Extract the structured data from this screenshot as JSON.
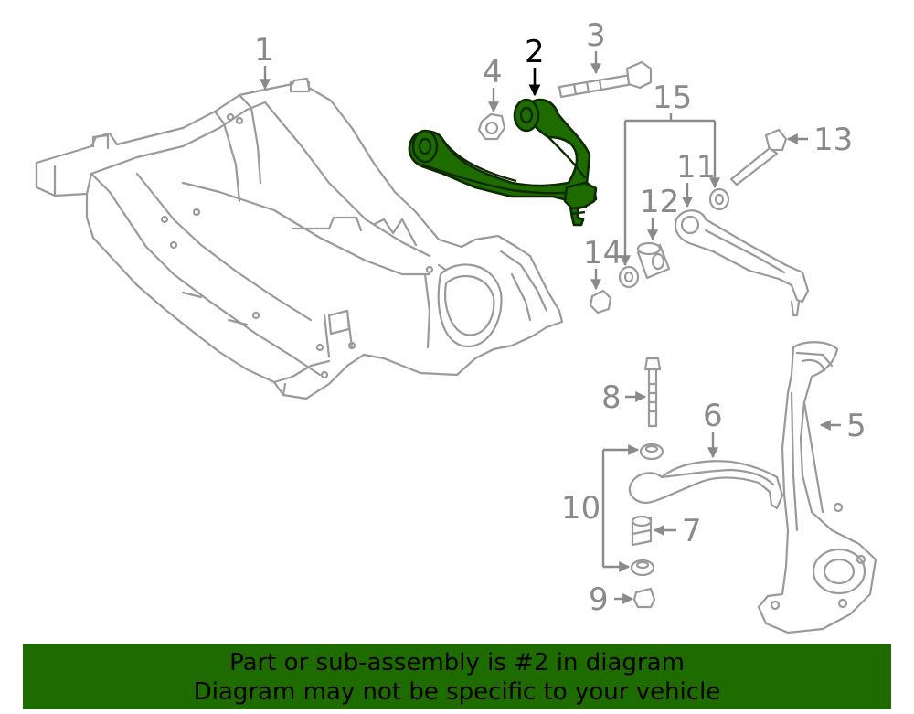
{
  "diagram": {
    "highlight_color": "#1e6b00",
    "callouts": {
      "c1": "1",
      "c2": "2",
      "c3": "3",
      "c4": "4",
      "c5": "5",
      "c6": "6",
      "c7": "7",
      "c8": "8",
      "c9": "9",
      "c10": "10",
      "c11": "11",
      "c12": "12",
      "c13": "13",
      "c14": "14",
      "c15": "15"
    },
    "highlighted_callout": "2"
  },
  "banner": {
    "line1": "Part or sub-assembly is #2 in diagram",
    "line2": "Diagram may not be specific to your vehicle",
    "background": "#1e6b00"
  }
}
